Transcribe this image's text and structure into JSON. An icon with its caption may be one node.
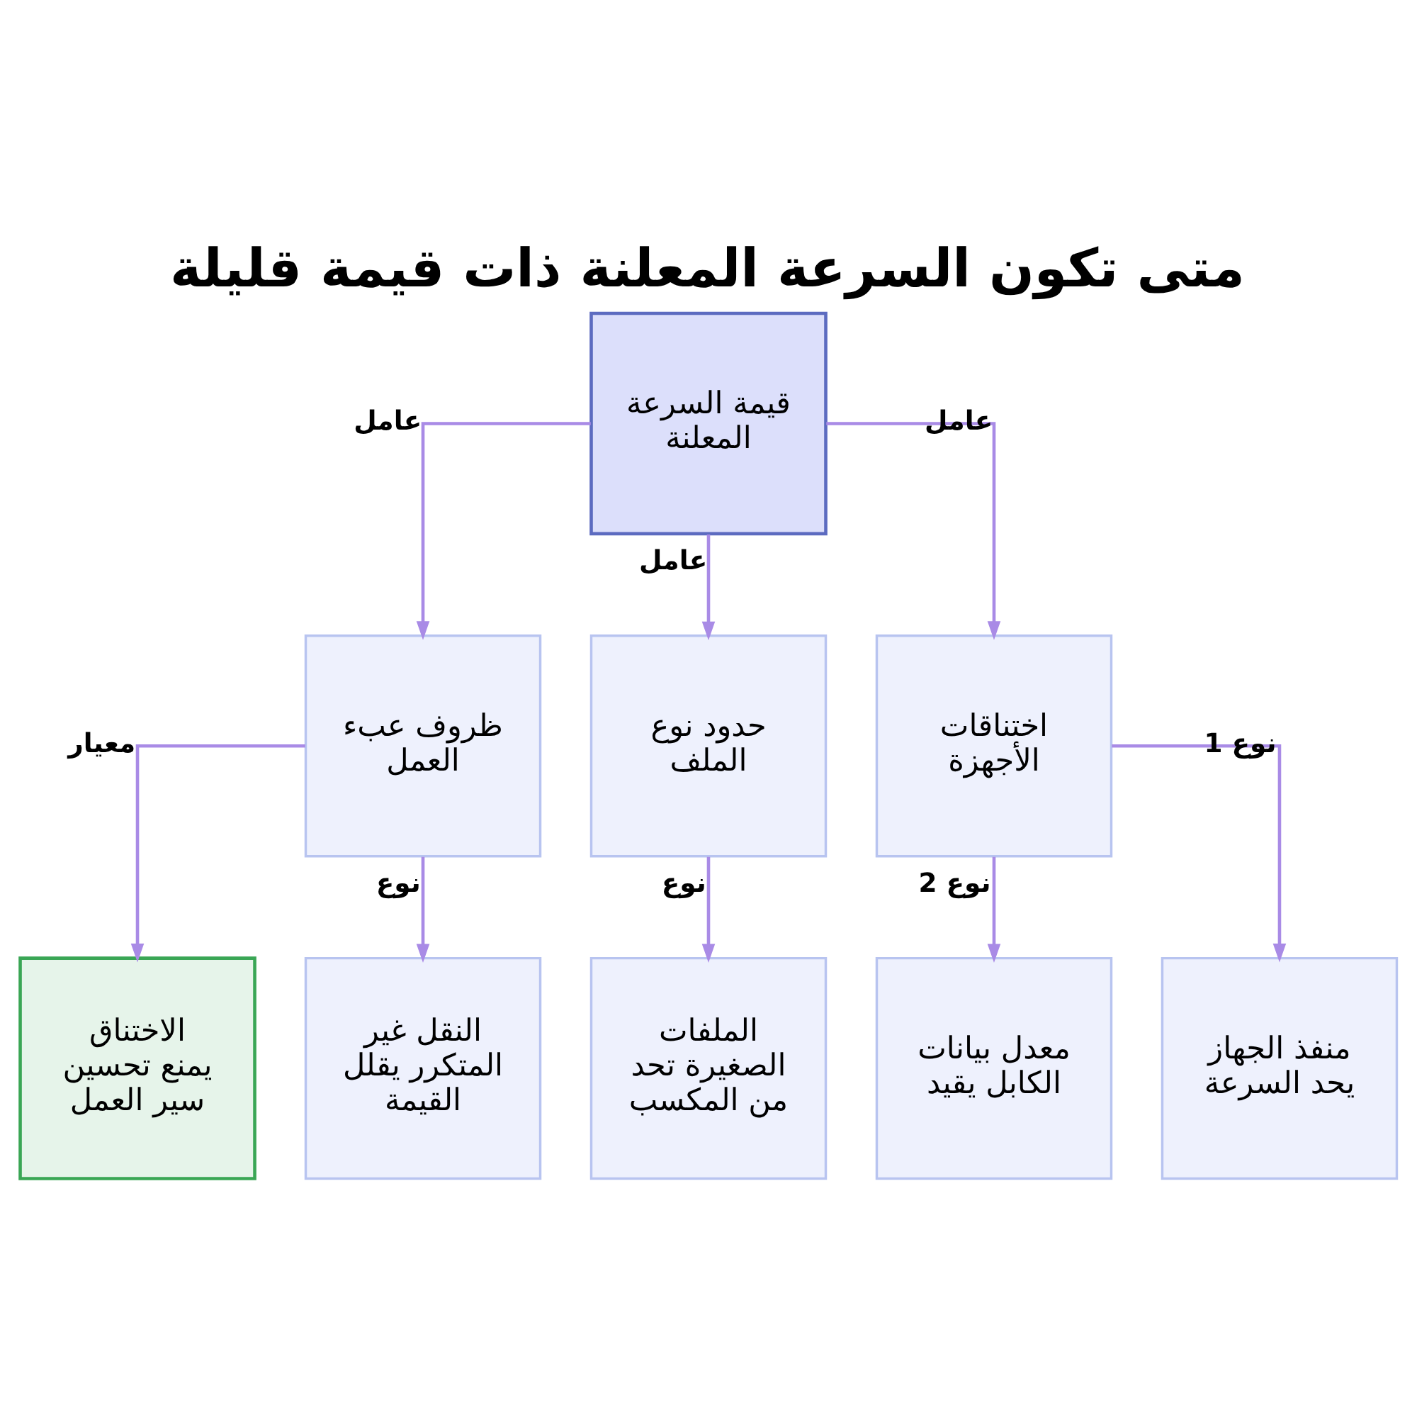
{
  "diagram": {
    "title": "متى تكون السرعة المعلنة ذات قيمة قليلة",
    "nodes": [
      {
        "text": [
          "قيمة السرعة المعلنة"
        ]
      },
      {
        "text": [
          "ظروف عبء العمل"
        ]
      },
      {
        "text": [
          "حدود نوع الملف"
        ]
      },
      {
        "text": [
          "اختناقات الأجهزة"
        ]
      },
      {
        "text": [
          "الاختناق يمنع تحسين سير العمل"
        ]
      },
      {
        "text": [
          "النقل غير المتكرر يقلل القيمة"
        ]
      },
      {
        "text": [
          "الملفات الصغيرة تحد من المكسب"
        ]
      },
      {
        "text": [
          "معدل بيانات الكابل يقيد"
        ]
      },
      {
        "text": [
          "منفذ الجهاز يحد السرعة"
        ]
      }
    ],
    "edges": [
      {
        "from": 0,
        "to": 1,
        "arrow": "to",
        "label": "عامل"
      },
      {
        "from": 0,
        "to": 2,
        "arrow": "to",
        "label": "عامل"
      },
      {
        "from": 0,
        "to": 3,
        "arrow": "to",
        "label": "عامل"
      },
      {
        "from": 1,
        "to": 4,
        "arrow": "to",
        "label": "معيار"
      },
      {
        "from": 1,
        "to": 5,
        "arrow": "to",
        "label": "نوع"
      },
      {
        "from": 2,
        "to": 6,
        "arrow": "to",
        "label": "نوع"
      },
      {
        "from": 3,
        "to": 7,
        "arrow": "to",
        "label": "نوع 2"
      },
      {
        "from": 3,
        "to": 8,
        "arrow": "to",
        "label": "نوع 1"
      }
    ]
  }
}
